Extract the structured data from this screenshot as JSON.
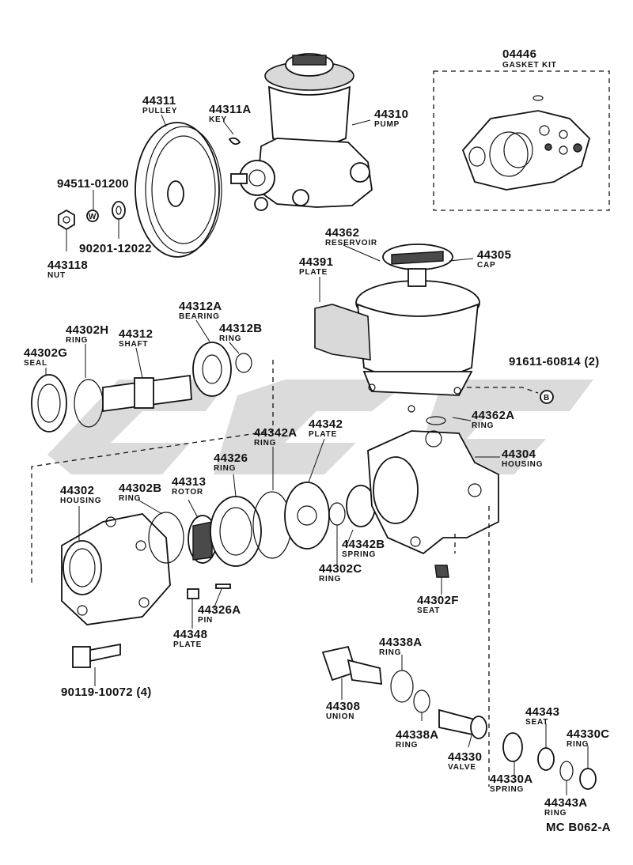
{
  "diagram": {
    "catalog_code": "MC  B062-A",
    "labels": [
      {
        "id": "04446",
        "number": "04446",
        "name": "GASKET KIT"
      },
      {
        "id": "44311",
        "number": "44311",
        "name": "PULLEY"
      },
      {
        "id": "44311A",
        "number": "44311A",
        "name": "KEY"
      },
      {
        "id": "44310",
        "number": "44310",
        "name": "PUMP"
      },
      {
        "id": "94511-01200",
        "number": "94511-01200",
        "name": ""
      },
      {
        "id": "90201-12022",
        "number": "90201-12022",
        "name": ""
      },
      {
        "id": "443118",
        "number": "443118",
        "name": "NUT"
      },
      {
        "id": "44362",
        "number": "44362",
        "name": "RESERVOIR"
      },
      {
        "id": "44391",
        "number": "44391",
        "name": "PLATE"
      },
      {
        "id": "44305",
        "number": "44305",
        "name": "CAP"
      },
      {
        "id": "44312A",
        "number": "44312A",
        "name": "BEARING"
      },
      {
        "id": "44302H",
        "number": "44302H",
        "name": "RING"
      },
      {
        "id": "44312",
        "number": "44312",
        "name": "SHAFT"
      },
      {
        "id": "44312B",
        "number": "44312B",
        "name": "RING"
      },
      {
        "id": "44302G",
        "number": "44302G",
        "name": "SEAL"
      },
      {
        "id": "91611-60814",
        "number": "91611-60814 (2)",
        "name": ""
      },
      {
        "id": "44362A",
        "number": "44362A",
        "name": "RING"
      },
      {
        "id": "44342A",
        "number": "44342A",
        "name": "RING"
      },
      {
        "id": "44342",
        "number": "44342",
        "name": "PLATE"
      },
      {
        "id": "44304",
        "number": "44304",
        "name": "HOUSING"
      },
      {
        "id": "44302",
        "number": "44302",
        "name": "HOUSING"
      },
      {
        "id": "44302B",
        "number": "44302B",
        "name": "RING"
      },
      {
        "id": "44313",
        "number": "44313",
        "name": "ROTOR"
      },
      {
        "id": "44326",
        "number": "44326",
        "name": "RING"
      },
      {
        "id": "44342B",
        "number": "44342B",
        "name": "SPRING"
      },
      {
        "id": "44302C",
        "number": "44302C",
        "name": "RING"
      },
      {
        "id": "44302F",
        "number": "44302F",
        "name": "SEAT"
      },
      {
        "id": "44326A",
        "number": "44326A",
        "name": "PIN"
      },
      {
        "id": "44348",
        "number": "44348",
        "name": "PLATE"
      },
      {
        "id": "90119-10072",
        "number": "90119-10072 (4)",
        "name": ""
      },
      {
        "id": "44338A-top",
        "number": "44338A",
        "name": "RING"
      },
      {
        "id": "44308",
        "number": "44308",
        "name": "UNION"
      },
      {
        "id": "44338A-bottom",
        "number": "44338A",
        "name": "RING"
      },
      {
        "id": "44330",
        "number": "44330",
        "name": "VALVE"
      },
      {
        "id": "44343",
        "number": "44343",
        "name": "SEAT"
      },
      {
        "id": "44330C",
        "number": "44330C",
        "name": "RING"
      },
      {
        "id": "44330A",
        "number": "44330A",
        "name": "SPRING"
      },
      {
        "id": "44343A",
        "number": "44343A",
        "name": "RING"
      }
    ],
    "callout_symbols": {
      "washer_w": "W",
      "bolt_b": "B"
    }
  }
}
